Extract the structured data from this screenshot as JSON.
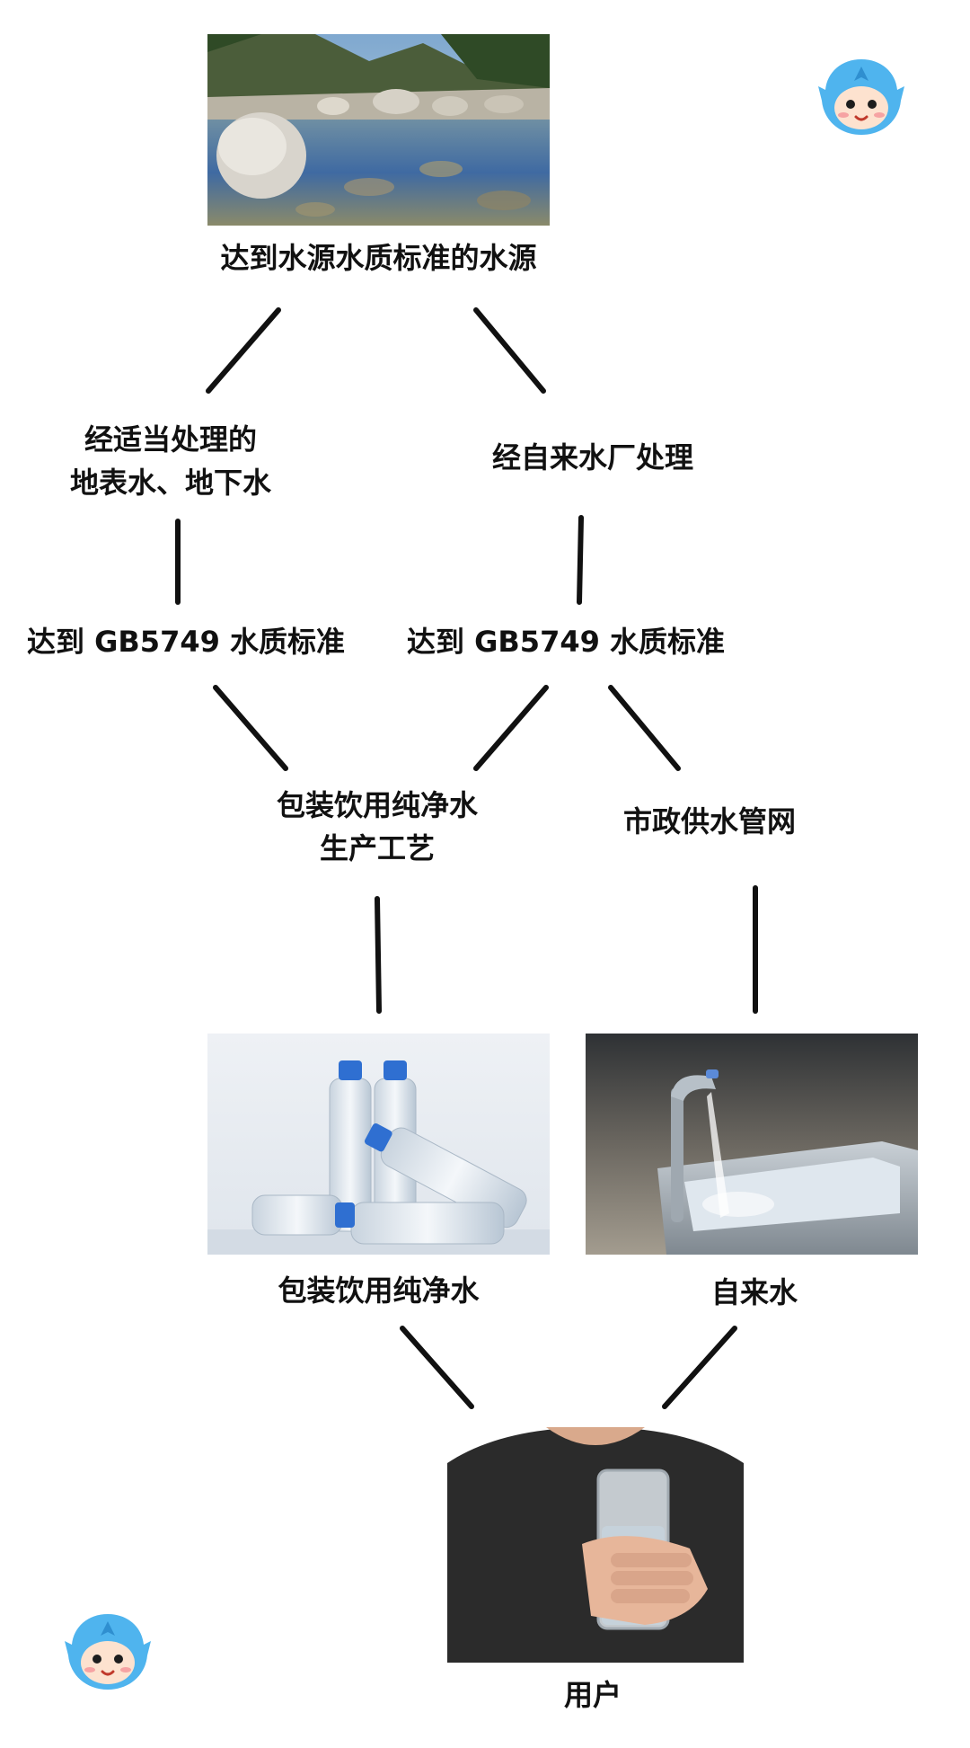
{
  "nodes": {
    "water_source": "达到水源水质标准的水源",
    "groundwater_line1": "经适当处理的",
    "groundwater_line2": "地表水、地下水",
    "water_plant": "经自来水厂处理",
    "standard_left": "达到 GB5749 水质标准",
    "standard_right": "达到 GB5749 水质标准",
    "bottling_line1": "包装饮用纯净水",
    "bottling_line2": "生产工艺",
    "municipal_network": "市政供水管网",
    "bottled_water": "包装饮用纯净水",
    "tap_water": "自来水",
    "user": "用户"
  },
  "icons": {
    "mascot": "water-drop-mascot-icon"
  },
  "colors": {
    "highlight": "#f6c9bd",
    "mascot_blue": "#4fb4ee",
    "line": "#111111"
  }
}
